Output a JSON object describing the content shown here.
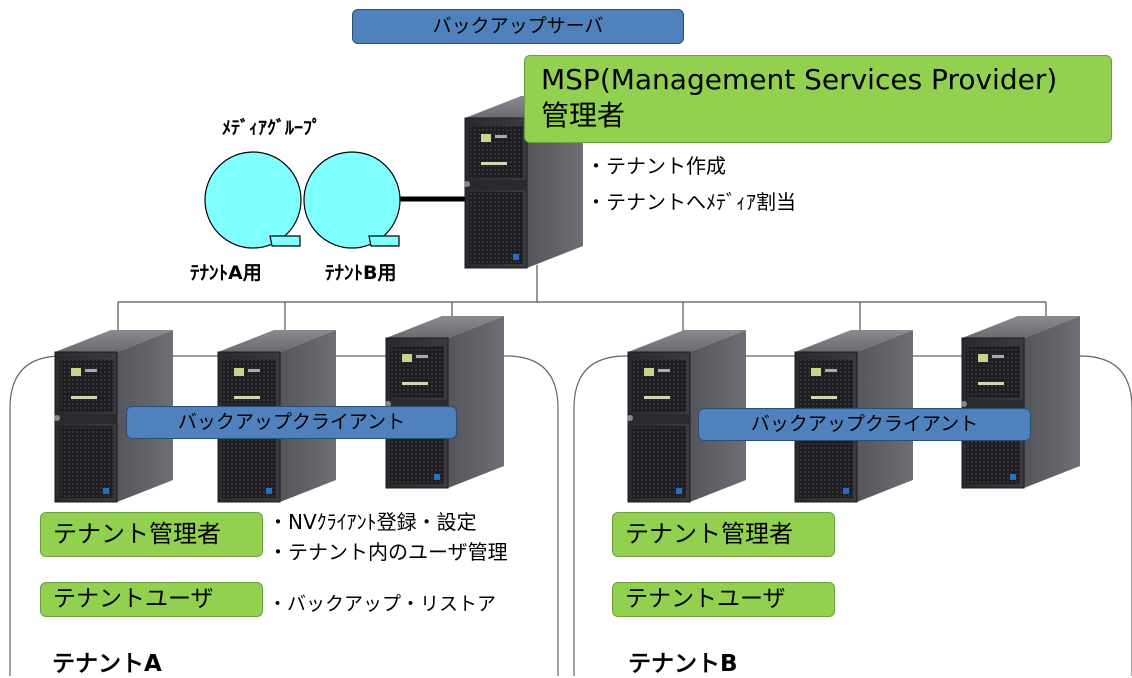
{
  "server_label": "バックアップサーバ",
  "msp": {
    "line1": "MSP(Management Services Provider)",
    "line2": "管理者"
  },
  "media_group_label": "ﾒﾃﾞｨｱｸﾞﾙｰﾌﾟ",
  "media": {
    "tenant_a": "ﾃﾅﾝﾄA用",
    "tenant_b": "ﾃﾅﾝﾄB用"
  },
  "msp_tasks": [
    "・テナント作成",
    "・テナントへﾒﾃﾞｨｱ割当"
  ],
  "client_label": "バックアップクライアント",
  "tenant_a": {
    "admin_label": "テナント管理者",
    "user_label": "テナントユーザ",
    "admin_tasks": [
      "・NVｸﾗｲｱﾝﾄ登録・設定",
      "・テナント内のユーザ管理"
    ],
    "user_tasks": [
      "・バックアップ・リストア"
    ],
    "name": "テナントA"
  },
  "tenant_b": {
    "admin_label": "テナント管理者",
    "user_label": "テナントユーザ",
    "name": "テナントB"
  },
  "colors": {
    "blue_box": "#4f81bd",
    "green_box": "#92d050",
    "media_cyan": "#7fffff",
    "server_body": "#3c3c42"
  },
  "icons": [
    "server-icon",
    "media-tape-icon"
  ]
}
